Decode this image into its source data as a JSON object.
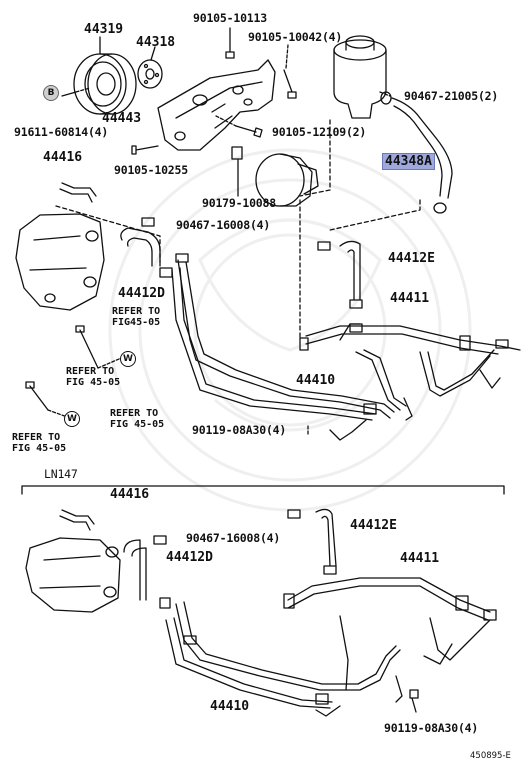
{
  "parts": {
    "p44319": "44319",
    "p44318": "44318",
    "p90105_10113": "90105-10113",
    "p90105_10042": "90105-10042(4)",
    "p90467_21005": "90467-21005(2)",
    "p44443": "44443",
    "p91611": "91611-60814(4)",
    "p90105_12109": "90105-12109(2)",
    "p44348A": "44348A",
    "p44416_top": "44416",
    "p90105_10255": "90105-10255",
    "p90179": "90179-10088",
    "p90467_16008_top": "90467-16008(4)",
    "p44412E_top": "44412E",
    "p44412D_top": "44412D",
    "p44411_top": "44411",
    "p44410_top": "44410",
    "p90119_top": "90119-08A30(4)",
    "ln147": "LN147",
    "p44416_bot": "44416",
    "p44412E_bot": "44412E",
    "p90467_16008_bot": "90467-16008(4)",
    "p44412D_bot": "44412D",
    "p44411_bot": "44411",
    "p44410_bot": "44410",
    "p90119_bot": "90119-08A30(4)"
  },
  "refs": {
    "ref1_l1": "REFER TO",
    "ref1_l2": "FIG45-05",
    "ref2_l1": "REFER TO",
    "ref2_l2": "FIG 45-05",
    "ref3_l1": "REFER TO",
    "ref3_l2": "FIG 45-05",
    "ref4_l1": "REFER TO",
    "ref4_l2": "FIG 45-05"
  },
  "markers": {
    "b": "B",
    "w1": "W",
    "w2": "W"
  },
  "diagram_code": "450895-E"
}
